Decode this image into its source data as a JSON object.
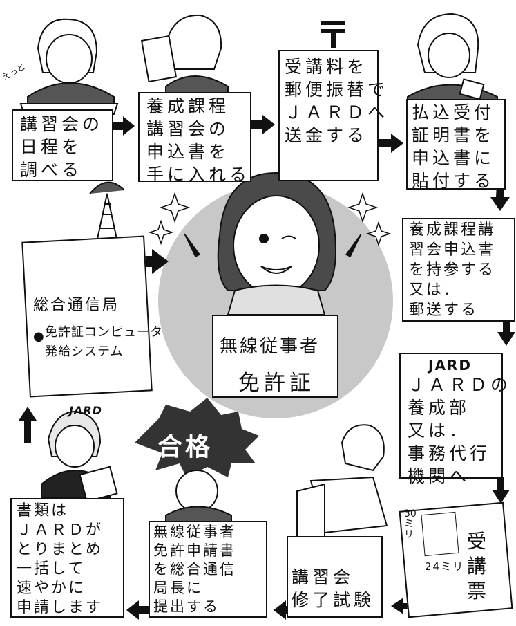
{
  "flow": {
    "step1": "講習会の\n日程を\n調べる",
    "step2": "養成課程\n講習会の\n申込書を\n手に入れる",
    "step3": "受講料を\n郵便振替で\nＪＡＲＤへ\n送金する",
    "step4": "払込受付\n証明書を\n申込書に\n貼付する",
    "step5": "養成課程講\n習会申込書\nを持参する\n又は．\n郵送する",
    "step6_sign": "JARD",
    "step6": "ＪＡＲＤの\n養成部\n又は．\n事務代行\n機関へ",
    "ticket": {
      "title": "受\n講\n票",
      "height_label": "30\nミ\nリ",
      "width_label": "24ミリ"
    },
    "step7": "講習会\n修了試験",
    "step8": "無線従事者\n免許申請書\nを総合通信\n局長に\n提出する",
    "step9": "書類は\nＪＡＲＤが\nとりまとめ\n一括して\n速やかに\n申請します",
    "step10": {
      "title": "総合通信局",
      "bullet": "●",
      "system": "免許証コンピュータ\n発給システム"
    },
    "center_card": {
      "line1": "無線従事者",
      "line2": "免許証"
    },
    "pass_burst": "合格",
    "jard_sign_person": "JARD",
    "exclaim": "えっと"
  }
}
